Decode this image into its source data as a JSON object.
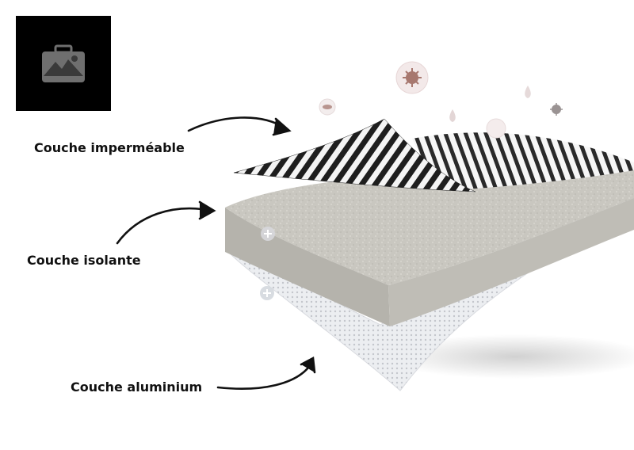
{
  "logo": {
    "icon": "briefcase-mountain-icon"
  },
  "layers": [
    {
      "label": "Couche imperméable"
    },
    {
      "label": "Couche isolante"
    },
    {
      "label": "Couche aluminium"
    }
  ],
  "colors": {
    "stripe_dark": "#1e1e1e",
    "foam": "#c9c7c0",
    "foam_side": "#b5b3ac",
    "aluminium": "#e4e6ea",
    "arrow": "#111111"
  }
}
